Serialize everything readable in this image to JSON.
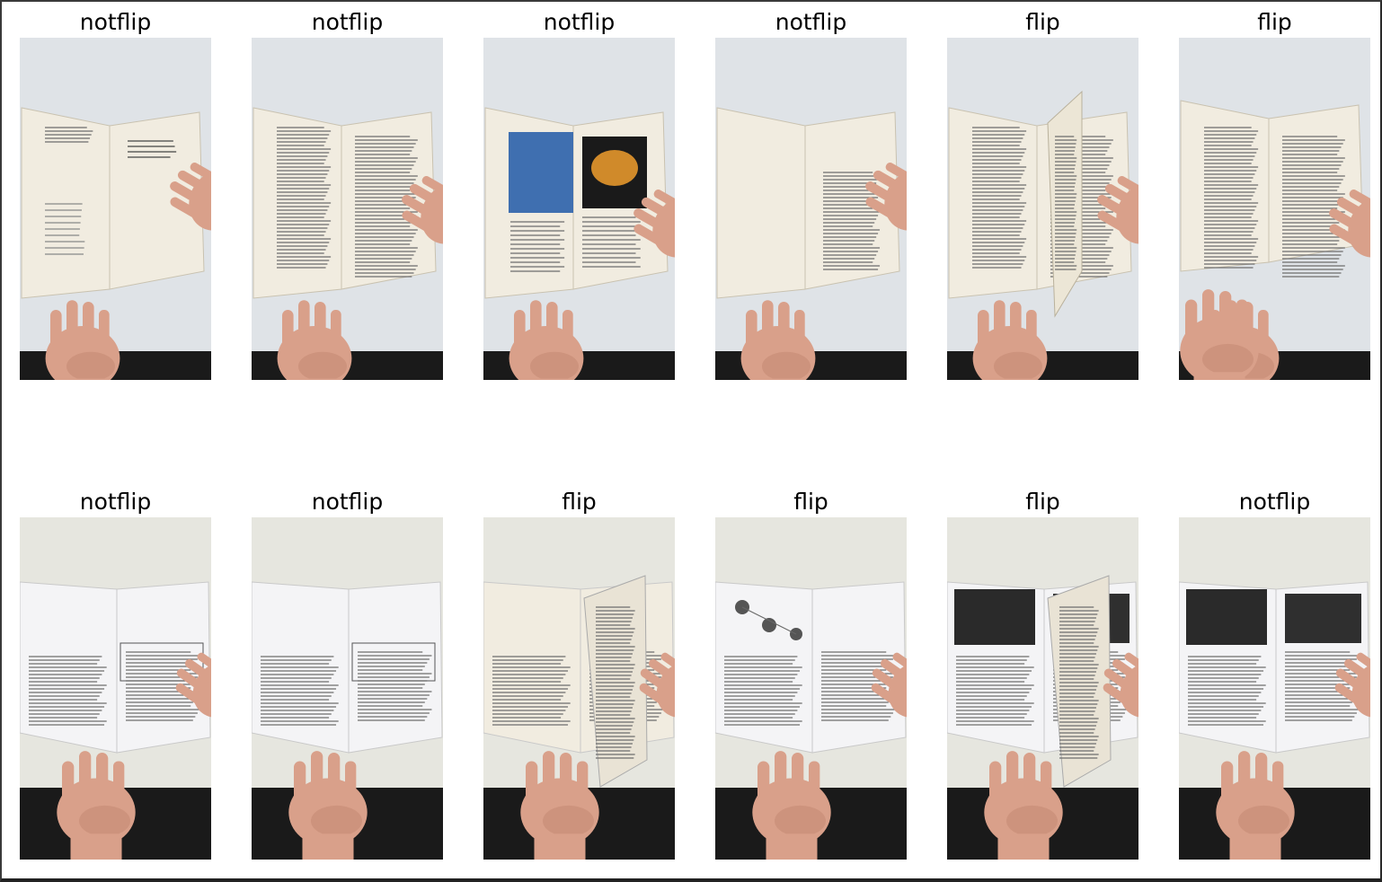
{
  "grid": {
    "rows": [
      {
        "cells": [
          {
            "label": "notflip",
            "scene": "title-page"
          },
          {
            "label": "notflip",
            "scene": "text-pages"
          },
          {
            "label": "notflip",
            "scene": "photo-pages"
          },
          {
            "label": "notflip",
            "scene": "blank-text"
          },
          {
            "label": "flip",
            "scene": "page-turning"
          },
          {
            "label": "flip",
            "scene": "book-held-up"
          }
        ]
      },
      {
        "cells": [
          {
            "label": "notflip",
            "scene": "code-pages"
          },
          {
            "label": "notflip",
            "scene": "code-pages-2"
          },
          {
            "label": "flip",
            "scene": "page-turning-dense"
          },
          {
            "label": "flip",
            "scene": "diagram-pages"
          },
          {
            "label": "flip",
            "scene": "page-turning-screenshot"
          },
          {
            "label": "notflip",
            "scene": "screenshot-pages"
          }
        ]
      }
    ]
  },
  "colors": {
    "table_light": "#e4e7ea",
    "table_shadow": "#1a1a1a",
    "page_cream": "#f1ece0",
    "page_white": "#f4f4f6",
    "skin": "#d9a08a",
    "skin_shadow": "#b87b64"
  }
}
